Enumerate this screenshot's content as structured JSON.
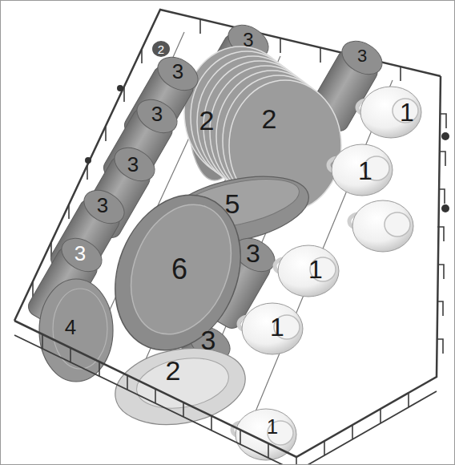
{
  "diagram": {
    "labels": [
      "2",
      "3",
      "3",
      "3",
      "3",
      "2",
      "2",
      "1",
      "3",
      "1",
      "5",
      "3",
      "3",
      "3",
      "6",
      "1",
      "1",
      "4",
      "3",
      "2",
      "1"
    ]
  }
}
